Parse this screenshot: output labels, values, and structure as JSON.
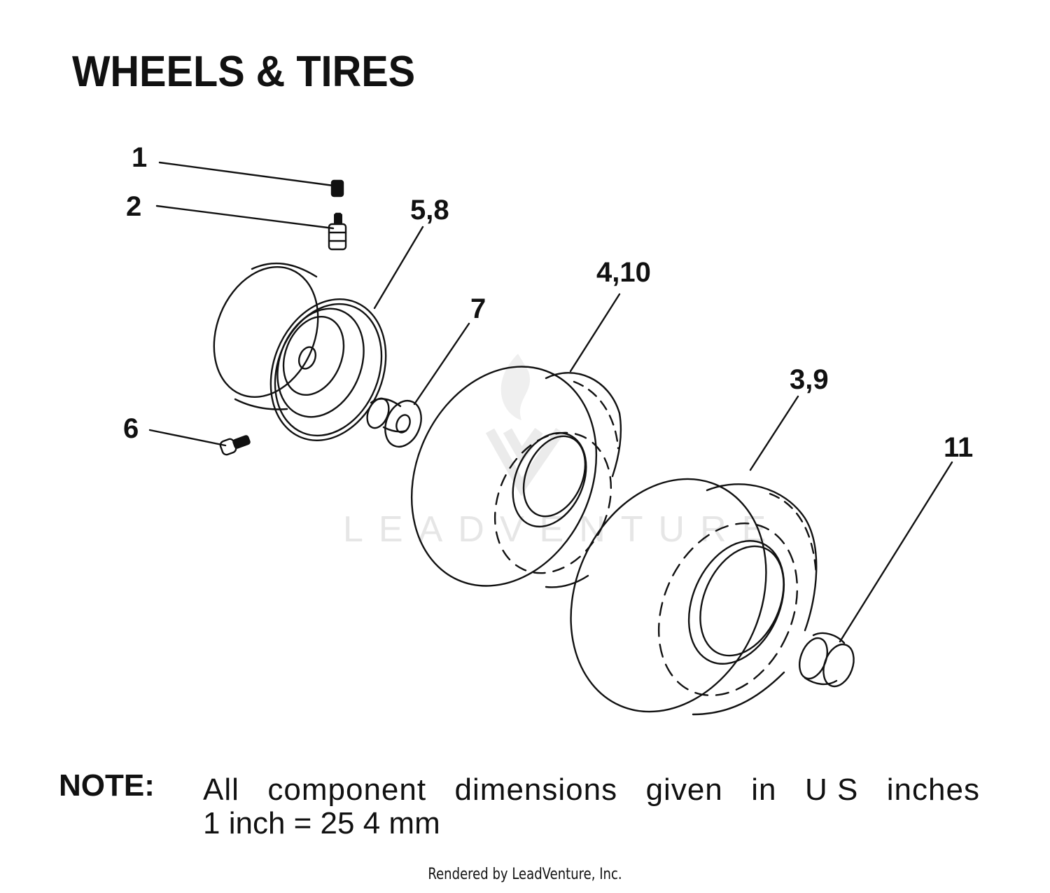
{
  "title": "WHEELS & TIRES",
  "callouts": {
    "c1": "1",
    "c2": "2",
    "c58": "5,8",
    "c410": "4,10",
    "c7": "7",
    "c39": "3,9",
    "c6": "6",
    "c11": "11"
  },
  "watermark": "LEADVENTURE",
  "note": {
    "label": "NOTE:",
    "line1_words": [
      "All",
      "component",
      "dimensions",
      "given",
      "in",
      "U S",
      "inches"
    ],
    "line2": "1 inch = 25 4 mm"
  },
  "footer": "Rendered by LeadVenture, Inc.",
  "colors": {
    "ink": "#111111",
    "watermark": "#e6e6e6"
  }
}
